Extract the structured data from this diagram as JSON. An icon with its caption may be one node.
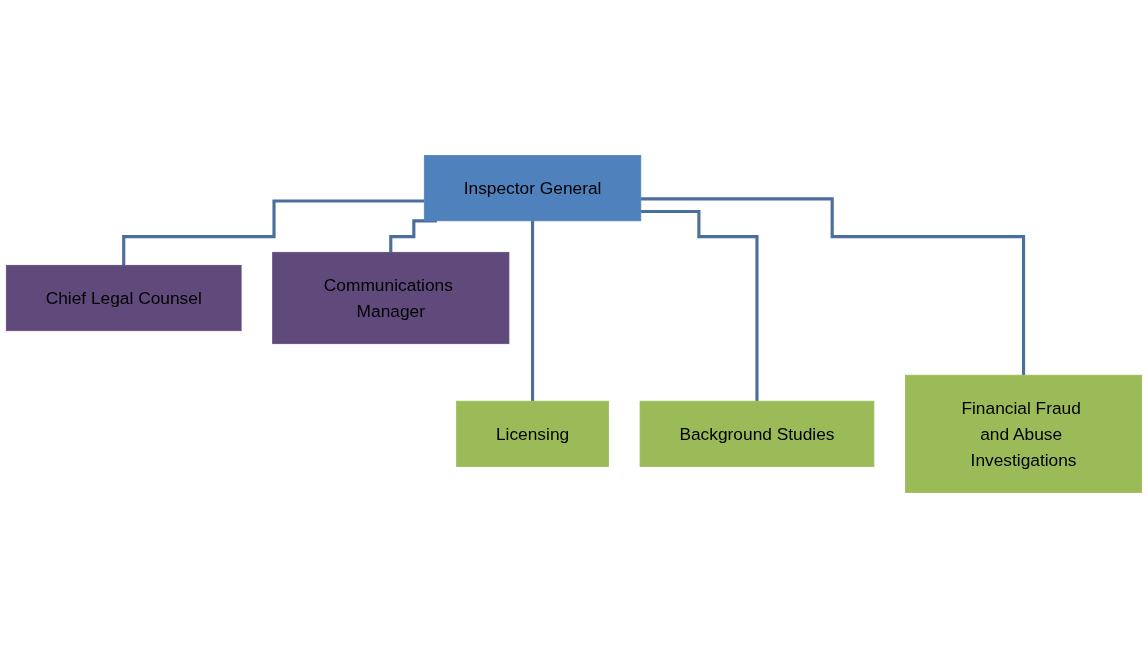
{
  "diagram": {
    "nodes": [
      {
        "text": [
          "Inspector General"
        ]
      },
      {
        "text": [
          "Chief Legal Counsel"
        ]
      },
      {
        "text": [
          "Communications Manager"
        ]
      },
      {
        "text": [
          "Licensing"
        ]
      },
      {
        "text": [
          "Background Studies"
        ]
      },
      {
        "text": [
          "Financial Fraud and Abuse Investigations"
        ]
      }
    ],
    "edges": [
      {
        "from": 0,
        "to": 1,
        "arrow": "none"
      },
      {
        "from": 0,
        "to": 2,
        "arrow": "none"
      },
      {
        "from": 0,
        "to": 3,
        "arrow": "none"
      },
      {
        "from": 0,
        "to": 4,
        "arrow": "none"
      },
      {
        "from": 0,
        "to": 5,
        "arrow": "none"
      }
    ]
  }
}
